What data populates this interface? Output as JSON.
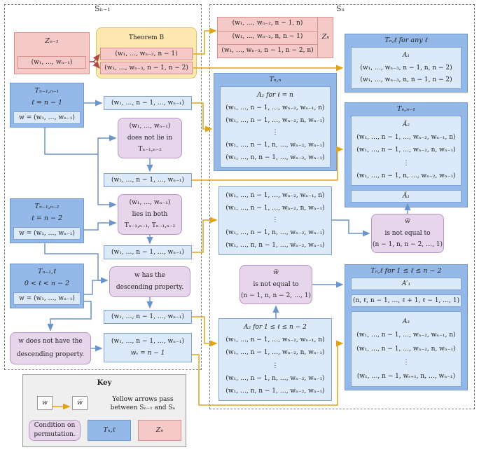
{
  "regions": {
    "left_title": "Sₙ₋₁",
    "right_title": "Sₙ"
  },
  "z_prev": {
    "title": "Zₙ₋₁",
    "tuple": "(w₁, …, wₙ₋₁)"
  },
  "theorem": {
    "title": "Theorem B",
    "line1": "(w₁, …, wₙ₋₂, n − 1)",
    "line2": "(w₁, …, wₙ₋₃, n − 1, n − 2)"
  },
  "zn": {
    "label": "Zₙ",
    "lines": [
      "(w₁, …, wₙ₋₂, n − 1, n)",
      "(w₁, …, wₙ₋₂, n, n − 1)",
      "(w₁, …, wₙ₋₃, n − 1, n − 2, n)"
    ]
  },
  "t_any": {
    "title": "Tₙ,ℓ for any ℓ",
    "sub": "A₁",
    "lines": [
      "(w₁, …, wₙ₋₃, n − 1, n, n − 2)",
      "(w₁, …, wₙ₋₃, n, n − 1, n − 2)"
    ]
  },
  "t_n1n1": {
    "title": "Tₙ₋₁,ₙ₋₁",
    "cond": "ℓ = n − 1",
    "w": "w = (w₁, …, wₙ₋₁)"
  },
  "tuple_a": "(w₁, …, n − 1, …, wₙ₋₁)",
  "t_nn": {
    "title": "Tₙ,ₙ",
    "sub": "A₂ for ℓ = n",
    "lines": [
      "(w₁, …, n − 1, …, wₙ₋₂, wₙ₋₁, n)",
      "(w₁, …, n − 1, …, wₙ₋₂, n, wₙ₋₁)",
      "⋮",
      "(w₁, …, n − 1, n, …, wₙ₋₂, wₙ₋₁)",
      "(w₁, …, n, n − 1, …, wₙ₋₂, wₙ₋₁)"
    ]
  },
  "cond_notlie": {
    "l1": "(w₁, …, wₙ₋₁)",
    "l2": "does not lie in",
    "l3": "Tₙ₋₁,ₙ₋₂"
  },
  "t_n1": {
    "title": "Tₙ,ₙ₋₁",
    "sub": "Ã₂",
    "lines": [
      "(w₁, …, n − 1, …, wₙ₋₂, wₙ₋₁, n)",
      "(w₁, …, n − 1, …, wₙ₋₂, n, wₙ₋₁)",
      "⋮",
      "(w₁, …, n − 1, n, …, wₙ₋₂, wₙ₋₁)"
    ],
    "sub2": "Ã₁"
  },
  "tuple_b": "(w₁, …, n − 1, …, wₙ₋₁)",
  "t_n1n2": {
    "title": "Tₙ₋₁,ₙ₋₂",
    "cond": "ℓ = n − 2",
    "w": "w = (w₁, …, wₙ₋₁)"
  },
  "cond_both": {
    "l1": "(w₁, …, wₙ₋₁)",
    "l2": "lies in both",
    "l3": "Tₙ₋₁,ₙ₋₁, Tₙ₋₁,ₙ₋₂"
  },
  "list_mid": [
    "(w₁, …, n − 1, …, wₙ₋₂, wₙ₋₁, n)",
    "(w₁, …, n − 1, …, wₙ₋₂, n, wₙ₋₁)",
    "⋮",
    "(w₁, …, n − 1, n, …, wₙ₋₂, wₙ₋₁)",
    "(w₁, …, n, n − 1, …, wₙ₋₂, wₙ₋₁)"
  ],
  "wbar1": {
    "w": "w̅",
    "l1": "is not equal to",
    "l2": "(n − 1, n, n − 2, …, 1)"
  },
  "tuple_c": "(w₁, …, n − 1, …, wₙ₋₁)",
  "t_n1l": {
    "title": "Tₙ₋₁,ℓ",
    "cond": "0 < ℓ < n − 2",
    "w": "w = (w₁, …, wₙ₋₁)"
  },
  "cond_desc": {
    "l1": "w has the",
    "l2": "descending property."
  },
  "wbar2": {
    "w": "w̅",
    "l1": "is not equal to",
    "l2": "(n − 1, n, n − 2, …, 1)"
  },
  "t_l": {
    "title": "Tₙ,ℓ for 1 ≤ ℓ ≤ n − 2",
    "sub1": "A′₁",
    "mid": "(n, ℓ, n − 1, …, ℓ + 1, ℓ − 1, …, 1)",
    "sub3": "A₃",
    "lines": [
      "(w₁, …, n − 1, …, wₙ₋₂, wₙ₋₁, n)",
      "(w₁, …, n − 1, …, wₙ₋₂, n, wₙ₋₁)",
      "⋮",
      "(w₁, …, n − 1, wₛ₊₁, n, …, wₙ₋₁)"
    ]
  },
  "tuple_d": "(w₁, …, n − 1, …, wₙ₋₁)",
  "a2_low": {
    "title": "A₂ for 1 ≤ ℓ ≤ n − 2",
    "lines": [
      "(w₁, …, n − 1, …, wₙ₋₂, wₙ₋₁, n)",
      "(w₁, …, n − 1, …, wₙ₋₂, n, wₙ₋₁)",
      "⋮",
      "(w₁, …, n − 1, n, …, wₙ₋₂, wₙ₋₁)",
      "(w₁, …, n, n − 1, …, wₙ₋₂, wₙ₋₁)"
    ]
  },
  "cond_nodesc": {
    "l1": "w does not have the",
    "l2": "descending property."
  },
  "tuple_e": {
    "l1": "(w₁, …, n − 1, …, wₙ₋₁)",
    "l2": "wₛ = n − 1"
  },
  "key": {
    "title": "Key",
    "w": "w",
    "wbar": "w̅",
    "note1": "Yellow arrows pass",
    "note2": "between Sₙ₋₁ and Sₙ",
    "cond1": "Condition on",
    "cond2": "permutation.",
    "tnl": "Tₙ,ℓ",
    "zn": "Zₙ"
  },
  "colors": {
    "blue_fill": "#dce9f8",
    "blue_header": "#94b9e8",
    "pink": "#f6c9c9",
    "purple": "#e7d5ec",
    "yellow": "#fde9b0",
    "arrow_blue": "#6b94cc",
    "arrow_gold": "#e0a419",
    "arrow_red": "#b34a4a"
  }
}
